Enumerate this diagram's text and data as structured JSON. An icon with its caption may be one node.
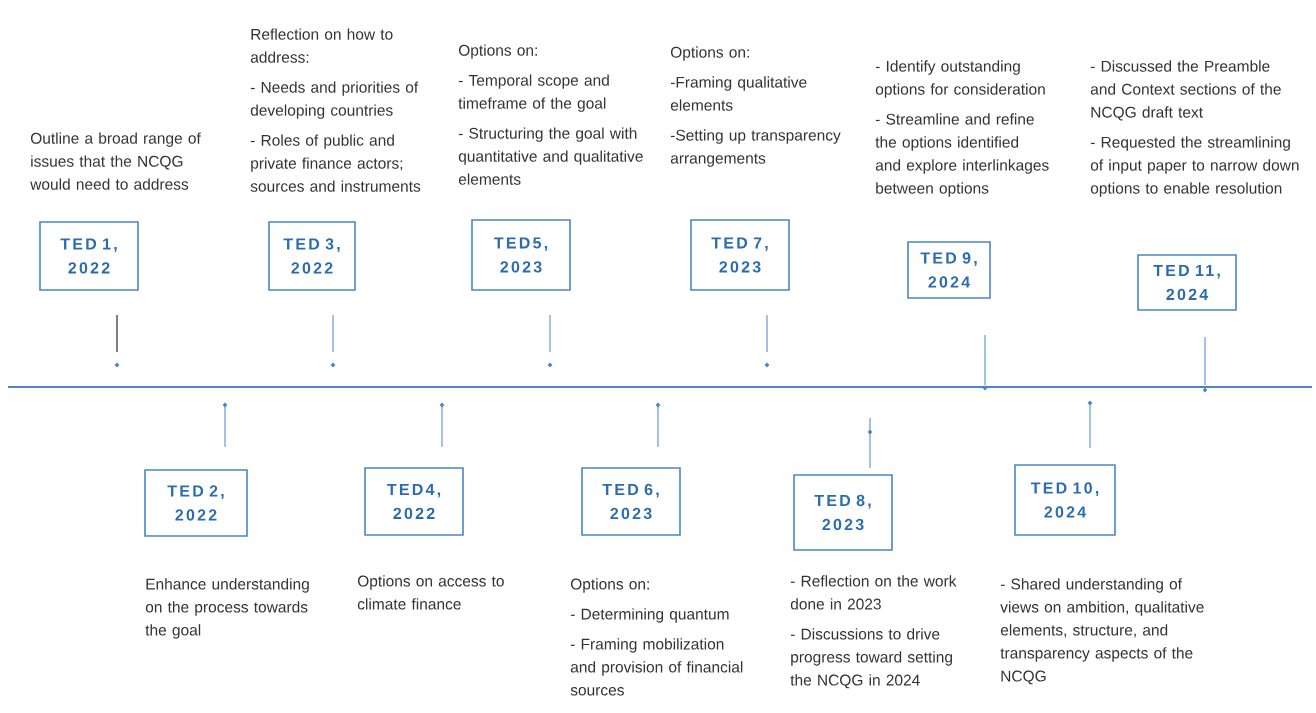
{
  "diagram": {
    "nodes": [
      {
        "text": [
          "TED 1, 2022"
        ],
        "beside": [
          "Outline a broad range of issues that the NCQG would need to address"
        ]
      },
      {
        "text": [
          "TED 2, 2022"
        ],
        "beside": [
          "Enhance understanding on the process towards the goal"
        ]
      },
      {
        "text": [
          "TED 3, 2022"
        ],
        "beside": [
          "Reflection on how to address:",
          "- Needs and priorities of developing countries",
          "- Roles of public and private finance actors; sources and instruments"
        ]
      },
      {
        "text": [
          "TED4, 2022"
        ],
        "beside": [
          "Options on access to climate finance"
        ]
      },
      {
        "text": [
          "TED5, 2023"
        ],
        "beside": [
          "Options on:",
          "- Temporal scope and timeframe of the goal",
          "- Structuring the goal with quantitative and qualitative elements"
        ]
      },
      {
        "text": [
          "TED 6, 2023"
        ],
        "beside": [
          "Options on:",
          "- Determining quantum",
          "- Framing mobilization and provision of financial sources"
        ]
      },
      {
        "text": [
          "TED 7, 2023"
        ],
        "beside": [
          "Options on:",
          "-Framing qualitative elements",
          "-Setting up transparency arrangements"
        ]
      },
      {
        "text": [
          "TED 8, 2023"
        ],
        "beside": [
          "- Reflection on the work done in 2023",
          "- Discussions to drive progress toward setting the NCQG in 2024"
        ]
      },
      {
        "text": [
          "TED 9, 2024"
        ],
        "beside": [
          "- Identify outstanding options for consideration",
          "- Streamline and refine the options identified and explore interlinkages between options"
        ]
      },
      {
        "text": [
          "TED 10, 2024"
        ],
        "beside": [
          "- Shared understanding of views on ambition, qualitative elements, structure, and transparency aspects of the NCQG"
        ]
      },
      {
        "text": [
          "TED 11, 2024"
        ],
        "beside": [
          "- Discussed the Preamble and Context sections of the NCQG draft text",
          "- Requested the streamlining of input paper to narrow down options to enable resolution"
        ]
      }
    ]
  }
}
